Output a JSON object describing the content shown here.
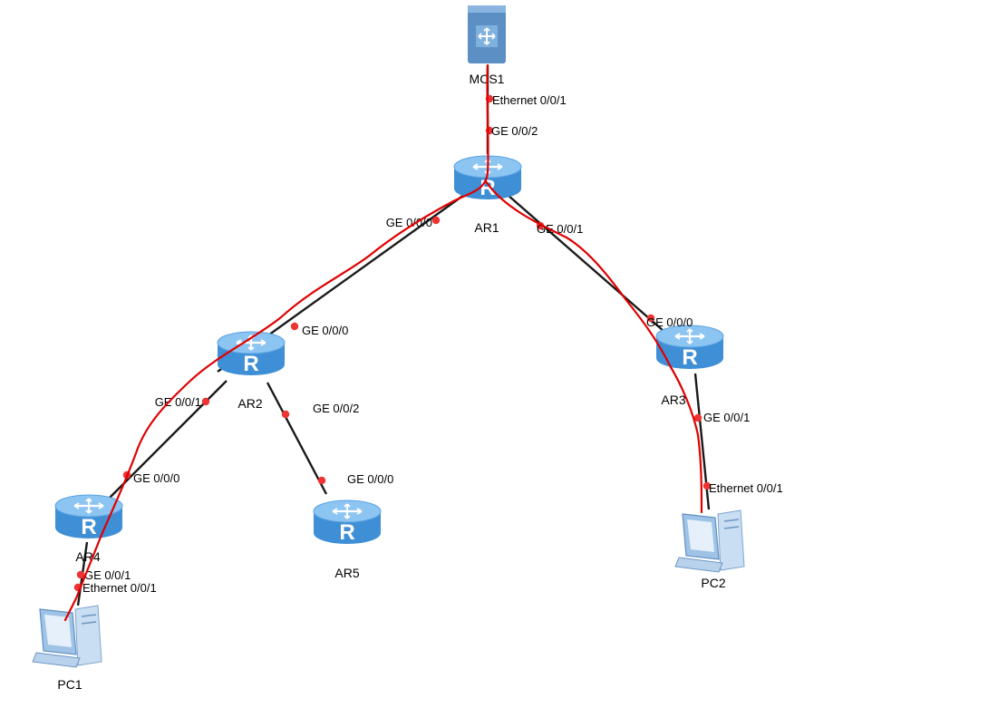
{
  "devices": [
    {
      "id": "MCS1",
      "label": "MCS1",
      "kind": "server"
    },
    {
      "id": "AR1",
      "label": "AR1",
      "kind": "router"
    },
    {
      "id": "AR2",
      "label": "AR2",
      "kind": "router"
    },
    {
      "id": "AR3",
      "label": "AR3",
      "kind": "router"
    },
    {
      "id": "AR4",
      "label": "AR4",
      "kind": "router"
    },
    {
      "id": "AR5",
      "label": "AR5",
      "kind": "router"
    },
    {
      "id": "PC1",
      "label": "PC1",
      "kind": "pc"
    },
    {
      "id": "PC2",
      "label": "PC2",
      "kind": "pc"
    }
  ],
  "links": [
    {
      "from": "MCS1",
      "to": "AR1",
      "from_port": "Ethernet 0/0/1",
      "to_port": "GE 0/0/2"
    },
    {
      "from": "AR1",
      "to": "AR2",
      "from_port": "GE 0/0/0",
      "to_port": "GE 0/0/0"
    },
    {
      "from": "AR1",
      "to": "AR3",
      "from_port": "GE 0/0/1",
      "to_port": "GE 0/0/0"
    },
    {
      "from": "AR2",
      "to": "AR4",
      "from_port": "GE 0/0/1",
      "to_port": "GE 0/0/0"
    },
    {
      "from": "AR2",
      "to": "AR5",
      "from_port": "GE 0/0/2",
      "to_port": "GE 0/0/0"
    },
    {
      "from": "AR3",
      "to": "PC2",
      "from_port": "GE 0/0/1",
      "to_port": "Ethernet 0/0/1"
    },
    {
      "from": "AR4",
      "to": "PC1",
      "from_port": "GE 0/0/1",
      "to_port": "Ethernet 0/0/1"
    }
  ],
  "colors": {
    "link": "#1a1a1a",
    "port_dot": "#ee3333",
    "annotation": "#e00000",
    "router_body": "#3f8fd6",
    "router_top": "#8cc4f2",
    "server_body": "#5c8fc4",
    "pc_body": "#9fc3e6"
  },
  "icons": {
    "router": "router-icon",
    "server": "server-icon",
    "pc": "pc-icon"
  }
}
